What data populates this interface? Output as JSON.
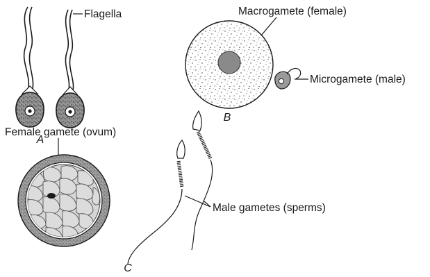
{
  "labels": {
    "flagella": "Flagella",
    "macrogamete": "Macrogamete (female)",
    "microgamete": "Microgamete (male)",
    "female_gamete": "Female gamete (ovum)",
    "male_gametes": "Male gametes (sperms)"
  },
  "panels": {
    "a": "A",
    "b": "B",
    "c": "C"
  }
}
